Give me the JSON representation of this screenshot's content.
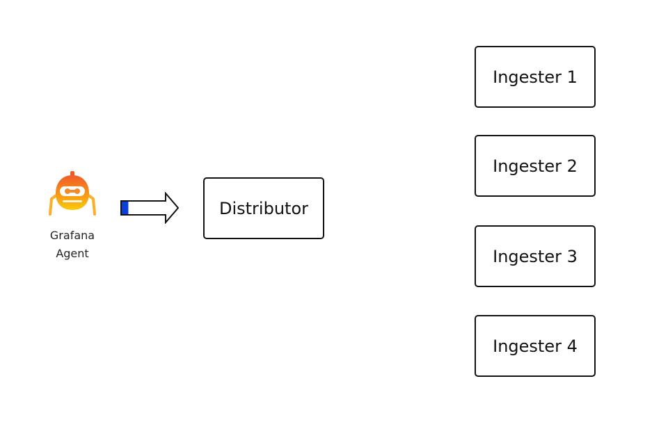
{
  "agent": {
    "name_line1": "Grafana",
    "name_line2": "Agent",
    "icon": "grafana-agent-robot-icon",
    "colors": {
      "gradient_top": "#f05a28",
      "gradient_bottom": "#fbca0a"
    }
  },
  "flow": {
    "arrow_icon": "right-arrow-icon",
    "progress_color": "#0b3fd6",
    "progress_fraction": 0.15
  },
  "distributor": {
    "label": "Distributor"
  },
  "ingesters": [
    {
      "label": "Ingester 1"
    },
    {
      "label": "Ingester 2"
    },
    {
      "label": "Ingester 3"
    },
    {
      "label": "Ingester 4"
    }
  ]
}
